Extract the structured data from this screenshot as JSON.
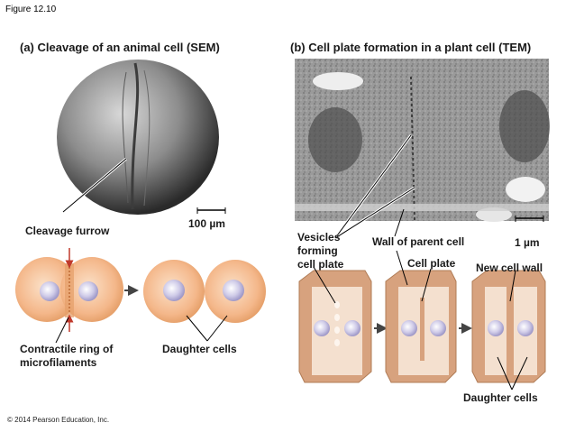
{
  "figure_label": "Figure 12.10",
  "panel_a": {
    "title": "(a) Cleavage of an animal cell (SEM)",
    "furrow_label": "Cleavage furrow",
    "scale_label": "100 µm",
    "ring_label_line1": "Contractile ring of",
    "ring_label_line2": "microfilaments",
    "daughter_label": "Daughter cells"
  },
  "panel_b": {
    "title": "(b) Cell plate formation in a plant cell (TEM)",
    "vesicles_line1": "Vesicles",
    "vesicles_line2": "forming",
    "vesicles_line3": "cell plate",
    "wall_label": "Wall of parent cell",
    "scale_label": "1 µm",
    "cell_plate_label": "Cell plate",
    "new_wall_label": "New cell wall",
    "daughter_label": "Daughter cells"
  },
  "copyright": "© 2014 Pearson Education, Inc.",
  "colors": {
    "cell_fill": "#f2b489",
    "nucleus": "#c9c6e6",
    "plant_wall": "#d2a17d",
    "furrow_arrow": "#c0392b"
  }
}
